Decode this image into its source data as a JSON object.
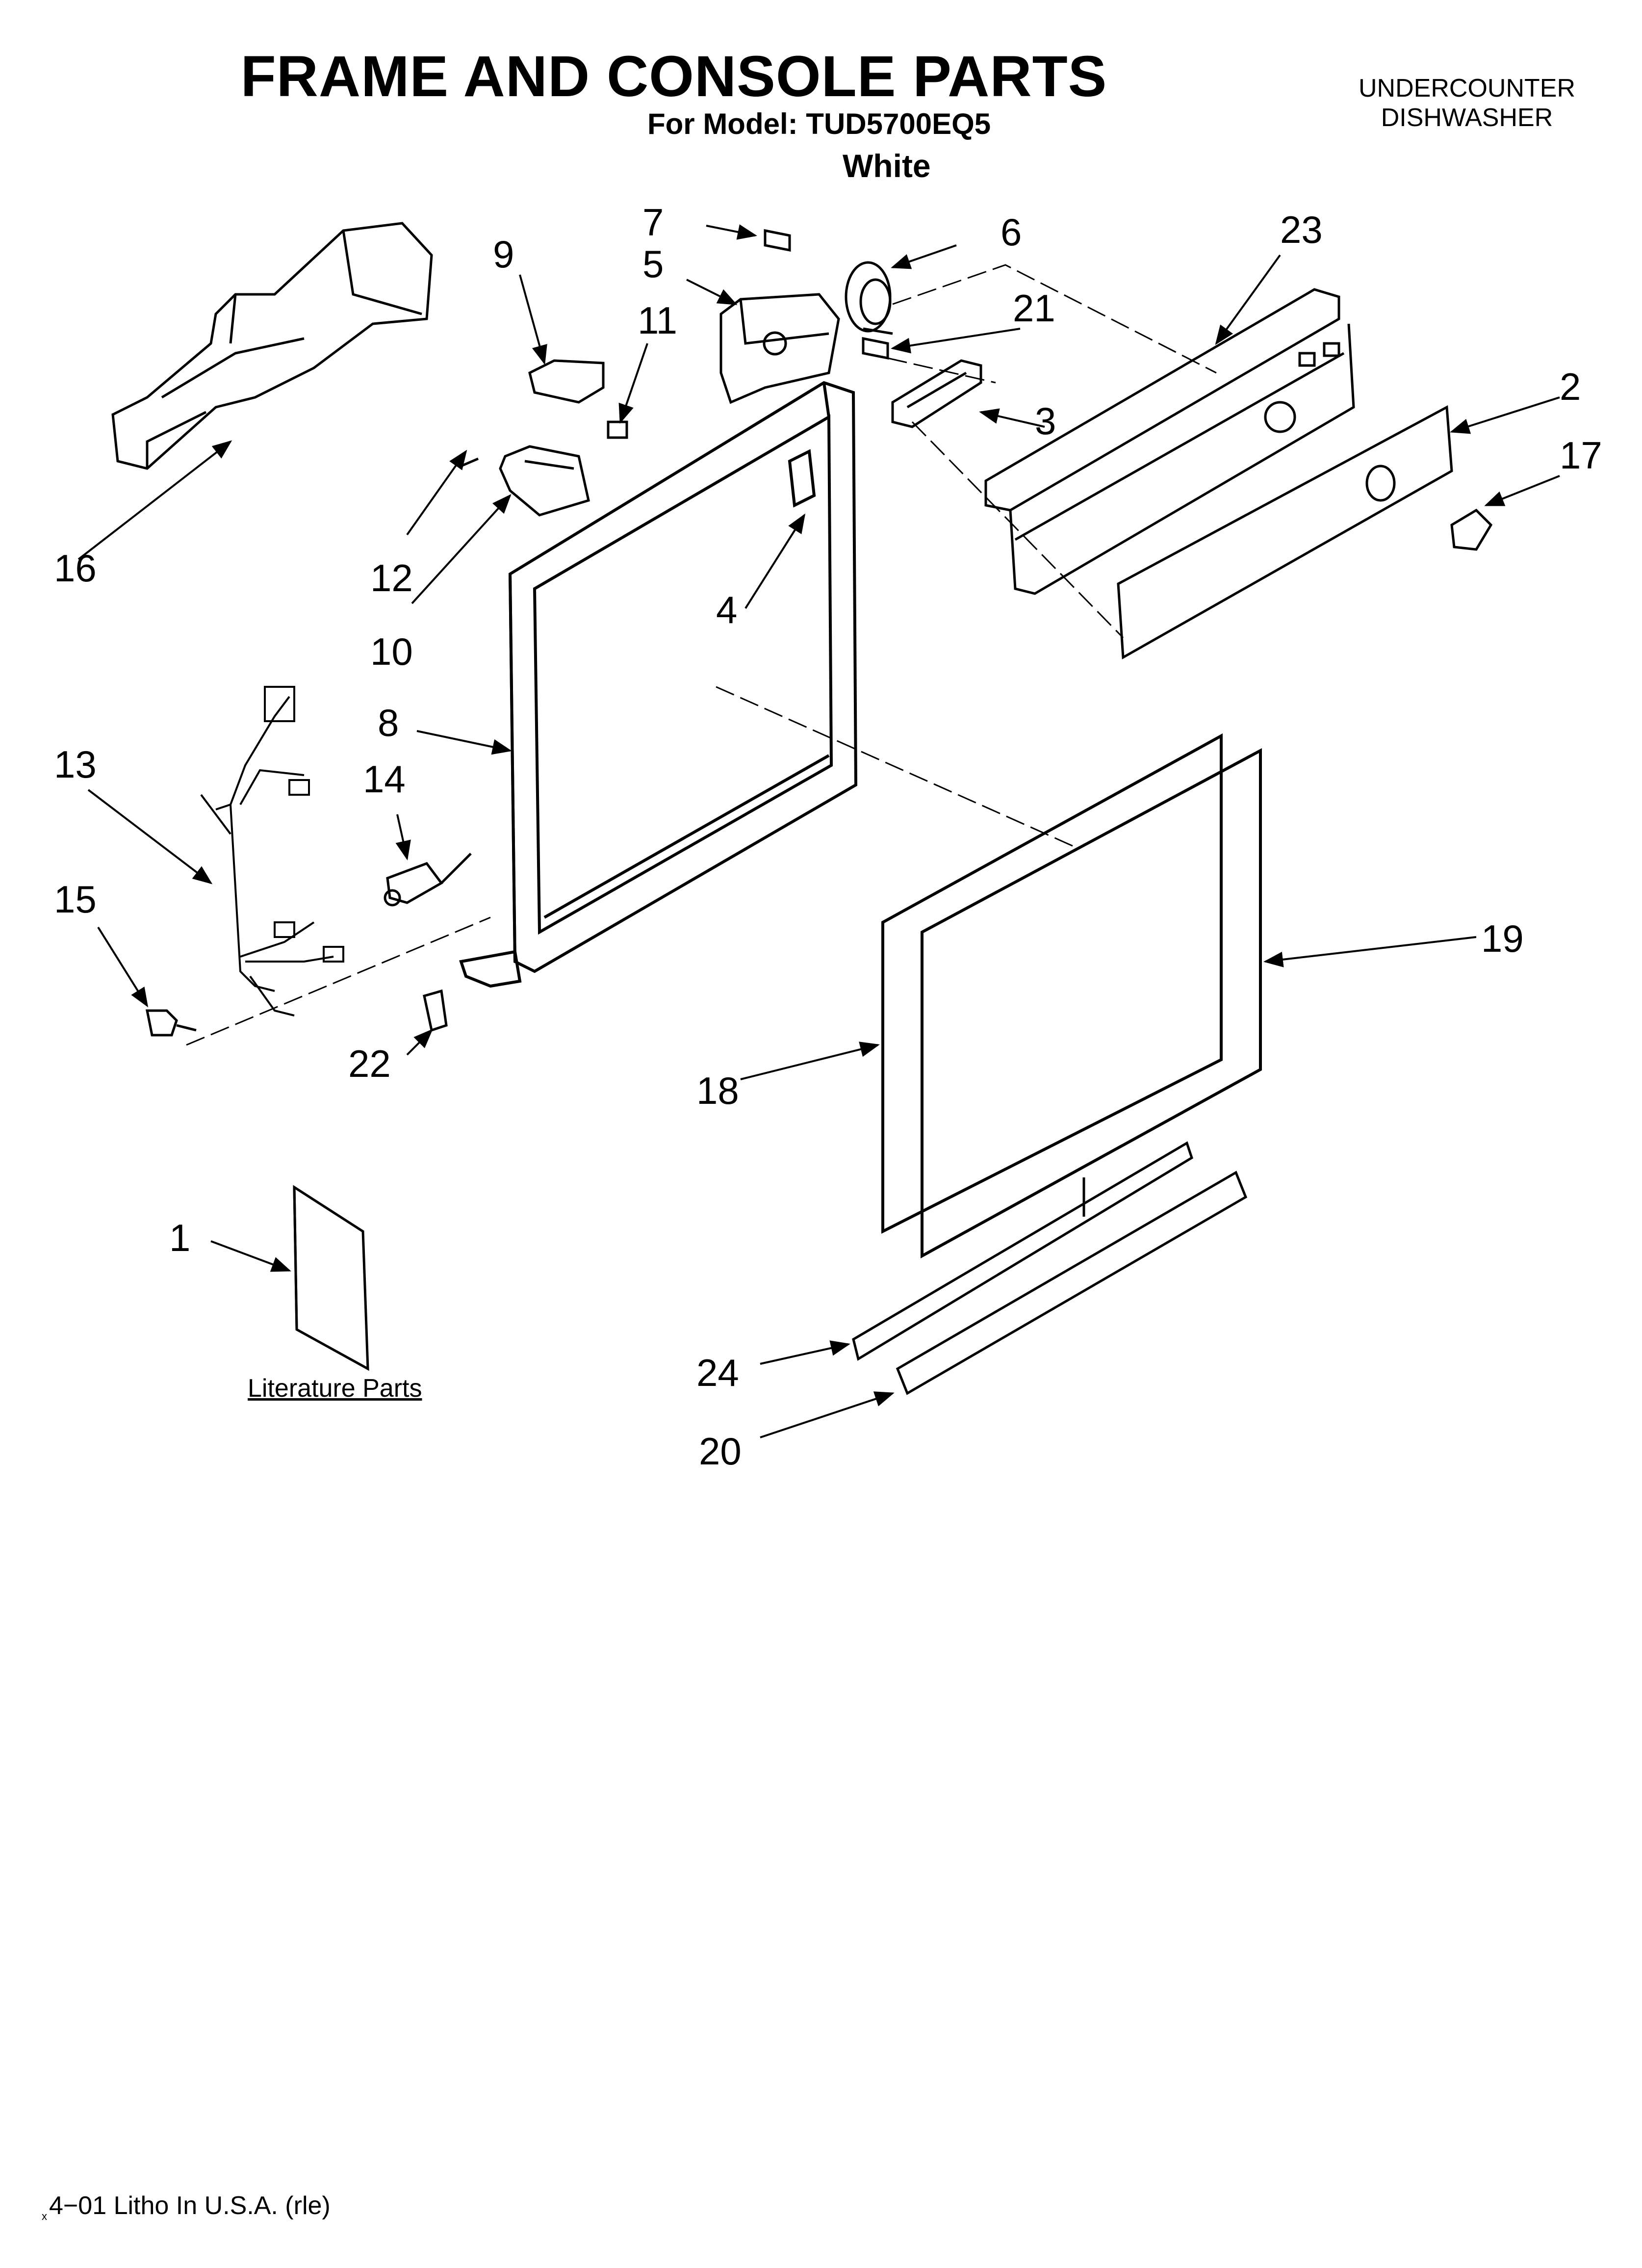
{
  "header": {
    "title": "FRAME AND CONSOLE PARTS",
    "model": "For Model: TUD5700EQ5",
    "color": "White",
    "appliance_line1": "UNDERCOUNTER",
    "appliance_line2": "DISHWASHER"
  },
  "literature_label": "Literature Parts",
  "footer": {
    "text": "4−01 Litho In U.S.A. (rle)",
    "mark": "x"
  },
  "callouts": [
    {
      "number": "1"
    },
    {
      "number": "2"
    },
    {
      "number": "3"
    },
    {
      "number": "4"
    },
    {
      "number": "5"
    },
    {
      "number": "6"
    },
    {
      "number": "7"
    },
    {
      "number": "8"
    },
    {
      "number": "9"
    },
    {
      "number": "10"
    },
    {
      "number": "11"
    },
    {
      "number": "12"
    },
    {
      "number": "13"
    },
    {
      "number": "14"
    },
    {
      "number": "15"
    },
    {
      "number": "16"
    },
    {
      "number": "17"
    },
    {
      "number": "18"
    },
    {
      "number": "19"
    },
    {
      "number": "20"
    },
    {
      "number": "21"
    },
    {
      "number": "22"
    },
    {
      "number": "23"
    },
    {
      "number": "24"
    }
  ]
}
